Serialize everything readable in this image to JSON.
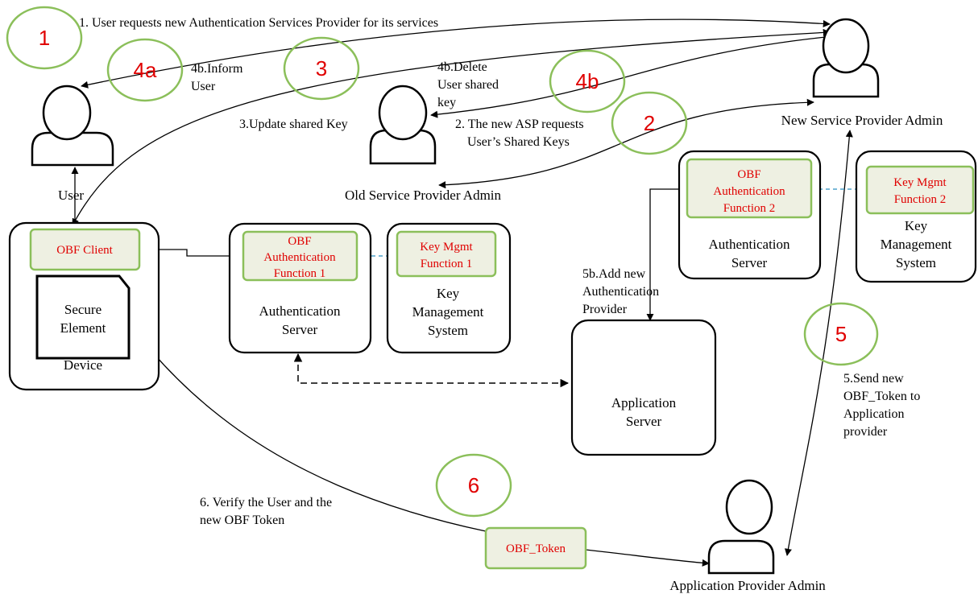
{
  "steps": {
    "s1": "1. User requests new Authentication Services Provider for its services",
    "s2_line1": "2. The new ASP requests",
    "s2_line2": "User’s Shared Keys",
    "s3": "3.Update shared Key",
    "s4b_inform_line1": "4b.Inform",
    "s4b_inform_line2": "User",
    "s4b_delete_line1": "4b.Delete",
    "s4b_delete_line2": "User shared",
    "s4b_delete_line3": "key",
    "s5b_line1": "5b.Add new",
    "s5b_line2": "Authentication",
    "s5b_line3": "Provider",
    "s5_line1": "5.Send new",
    "s5_line2": "OBF_Token to",
    "s5_line3": "Application",
    "s5_line4": "provider",
    "s6_line1": "6. Verify the User and the",
    "s6_line2": "new OBF Token"
  },
  "markers": [
    "1",
    "2",
    "3",
    "4a",
    "4b",
    "5",
    "6"
  ],
  "actors": {
    "user": "User",
    "old_admin": "Old Service Provider Admin",
    "new_admin": "New Service Provider Admin",
    "app_admin": "Application Provider Admin"
  },
  "device": {
    "client": "OBF Client",
    "secure_line1": "Secure",
    "secure_line2": "Element",
    "label": "Device"
  },
  "auth_server_1": {
    "func_line1": "OBF",
    "func_line2": "Authentication",
    "func_line3": "Function 1",
    "label_line1": "Authentication",
    "label_line2": "Server"
  },
  "kms_1": {
    "func_line1": "Key Mgmt",
    "func_line2": "Function 1",
    "label_line1": "Key",
    "label_line2": "Management",
    "label_line3": "System"
  },
  "auth_server_2": {
    "func_line1": "OBF",
    "func_line2": "Authentication",
    "func_line3": "Function 2",
    "label_line1": "Authentication",
    "label_line2": "Server"
  },
  "kms_2": {
    "func_line1": "Key Mgmt",
    "func_line2": "Function 2",
    "label_line1": "Key",
    "label_line2": "Management",
    "label_line3": "System"
  },
  "app_server": {
    "label_line1": "Application",
    "label_line2": "Server"
  },
  "token": "OBF_Token",
  "colors": {
    "marker_green": "#8bbf5a",
    "marker_text_red": "#e00000",
    "box_fill": "#eef0e2",
    "dash_blue": "#2a8fbf"
  }
}
